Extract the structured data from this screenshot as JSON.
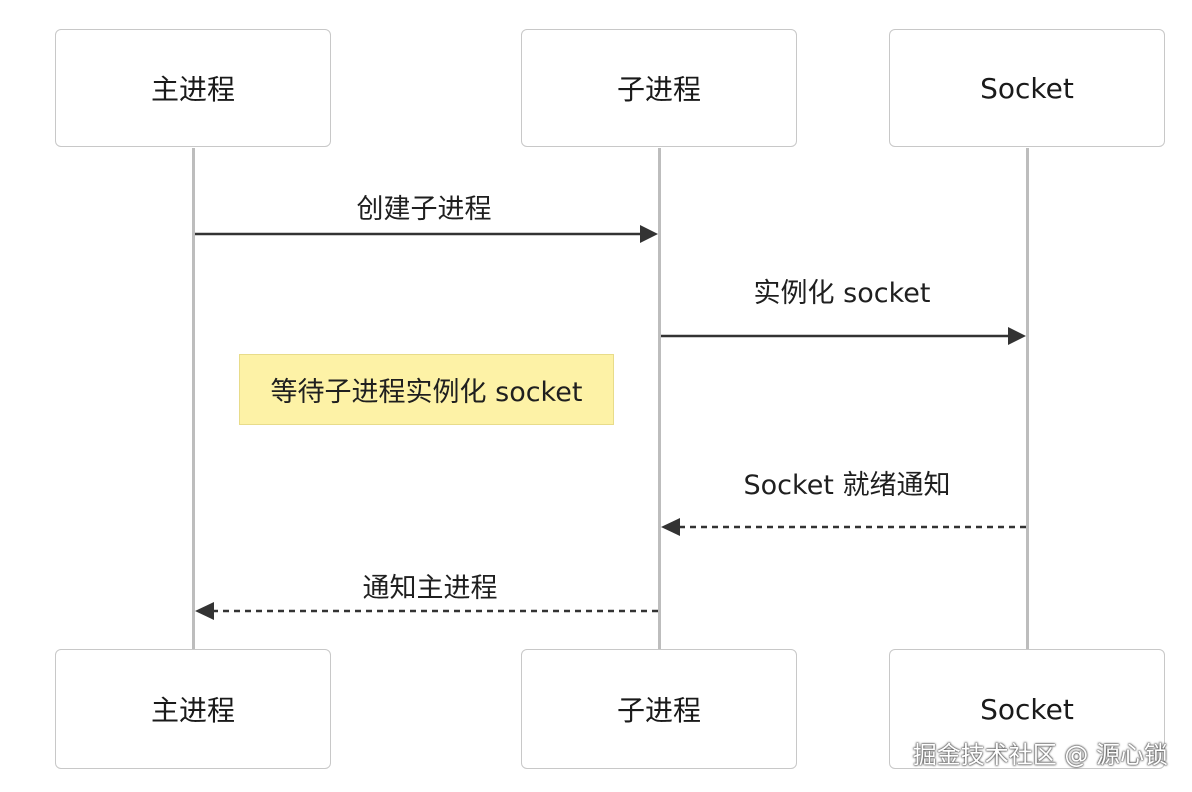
{
  "participants": {
    "main_process": "主进程",
    "child_process": "子进程",
    "socket": "Socket"
  },
  "messages": [
    {
      "label": "创建子进程",
      "from": "主进程",
      "to": "子进程",
      "style": "solid"
    },
    {
      "label": "实例化 socket",
      "from": "子进程",
      "to": "Socket",
      "style": "solid"
    },
    {
      "label": "Socket 就绪通知",
      "from": "Socket",
      "to": "子进程",
      "style": "dashed"
    },
    {
      "label": "通知主进程",
      "from": "子进程",
      "to": "主进程",
      "style": "dashed"
    }
  ],
  "note": {
    "text": "等待子进程实例化 socket"
  },
  "watermark": "掘金技术社区 @ 源心锁",
  "colors": {
    "box_border": "#c8c8c8",
    "lifeline": "#bdbdbd",
    "arrow": "#333333",
    "note_fill": "#fdf2a6",
    "note_border": "#e8dc8a"
  }
}
